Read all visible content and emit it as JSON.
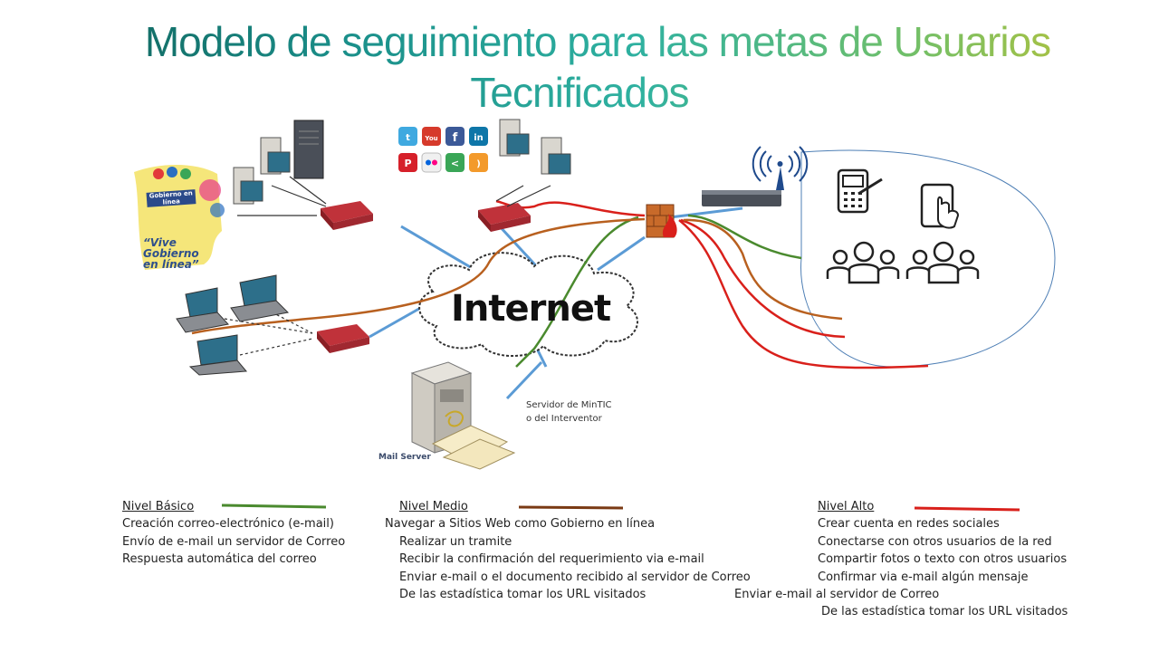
{
  "title": {
    "line1": "Modelo de seguimiento para las metas de Usuarios",
    "line2": "Tecnificados"
  },
  "diagram": {
    "internet_label": "Internet",
    "server_label_line1": "Servidor de MinTIC",
    "server_label_line2": "o del Interventor",
    "mail_server_label": "Mail Server",
    "gobierno_title": "Gobierno en línea",
    "gobierno_slogan": "“Vive Gobierno en línea”",
    "social_icons": [
      "twitter-icon",
      "youtube-icon",
      "facebook-icon",
      "linkedin-icon",
      "pinterest-icon",
      "flickr-icon",
      "share-icon",
      "rss-icon"
    ]
  },
  "colors": {
    "basico": "#4a8a2e",
    "medio": "#b8601f",
    "alto": "#d9201b",
    "links": "#5b9bd5"
  },
  "legend": {
    "basico": {
      "title": "Nivel Básico",
      "items": [
        "Creación correo-electrónico (e-mail)",
        "Envío de e-mail un servidor de Correo",
        "Respuesta automática del correo"
      ]
    },
    "medio": {
      "title": "Nivel Medio",
      "items": [
        "Navegar a Sitios Web como Gobierno en línea",
        "Realizar un tramite",
        "Recibir la confirmación del requerimiento via e-mail",
        "Enviar e-mail o el documento recibido al servidor de Correo",
        "De las estadística tomar los URL visitados"
      ]
    },
    "alto": {
      "title": "Nivel Alto",
      "items": [
        "Crear cuenta en redes sociales",
        "Conectarse con otros usuarios de la red",
        "Compartir fotos o texto con otros usuarios",
        "Confirmar via e-mail algún mensaje",
        "Enviar e-mail al servidor de Correo",
        "De las estadística tomar los URL visitados"
      ]
    }
  }
}
